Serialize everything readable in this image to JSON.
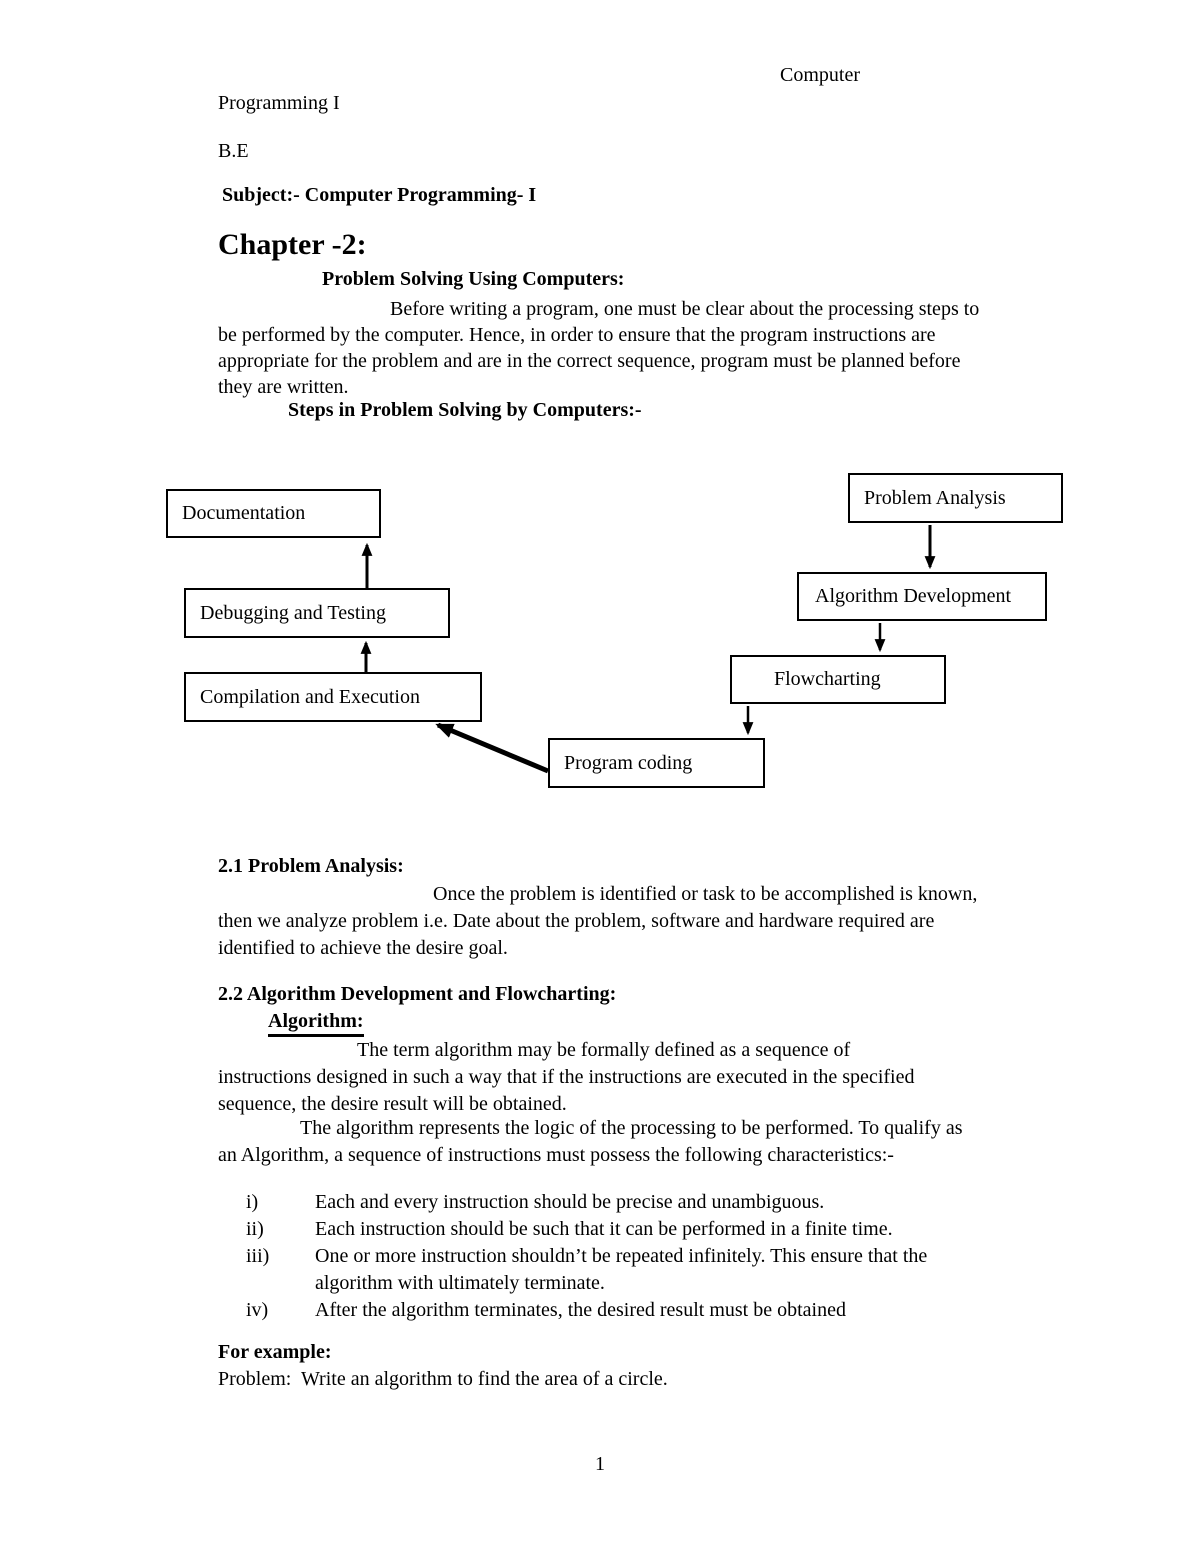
{
  "page": {
    "header_right": "Computer",
    "course": "Programming I",
    "degree": "B.E",
    "subject_line": "Subject:- Computer Programming- I",
    "chapter_title": "Chapter -2:",
    "section_heading": "Problem Solving Using Computers:",
    "intro_paragraph": "Before writing a program, one must be clear about the processing steps to be performed by the computer. Hence, in order to ensure that the program instructions are appropriate for the problem and are in the correct sequence, program must be planned before they are written.",
    "steps_heading": "Steps in Problem Solving by Computers:-",
    "page_number": "1"
  },
  "diagram": {
    "documentation": "Documentation",
    "debugging": "Debugging and Testing",
    "compilation": "Compilation and Execution",
    "program_coding": "Program coding",
    "flowcharting": "Flowcharting",
    "algorithm_development": "Algorithm Development",
    "problem_analysis": "Problem Analysis"
  },
  "sections": {
    "s21": {
      "heading": "2.1 Problem Analysis:",
      "body": "Once the problem is identified or task to be accomplished is known, then we analyze problem i.e. Date about the problem, software and hardware required are identified to achieve the desire goal."
    },
    "s22": {
      "heading": "2.2 Algorithm Development and Flowcharting:",
      "subheading": "Algorithm:",
      "para1": "The term algorithm may be formally defined as a sequence of instructions designed in such a way that if the instructions are executed in the specified sequence, the desire result will be obtained.",
      "para2": "The algorithm represents the logic of the processing to be performed. To qualify as an Algorithm, a sequence of instructions must possess the following characteristics:-",
      "list": [
        {
          "num": "i)",
          "text": "Each and every instruction should be precise and unambiguous."
        },
        {
          "num": "ii)",
          "text": "Each instruction should be such that it can be performed in a finite time."
        },
        {
          "num": "iii)",
          "text": "One or more instruction shouldn’t be repeated infinitely. This ensure that the algorithm with ultimately terminate."
        },
        {
          "num": "iv)",
          "text": "After the algorithm terminates, the desired result must be obtained"
        }
      ]
    },
    "example": {
      "heading": "For example:",
      "problem": "Problem:  Write an algorithm to find the area of a circle."
    }
  }
}
